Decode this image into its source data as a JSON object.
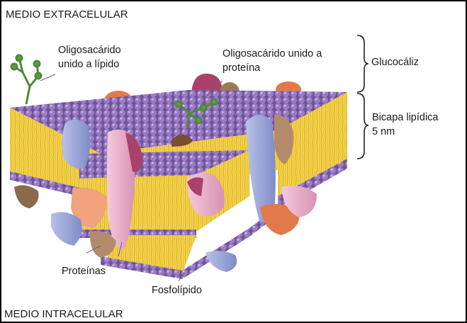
{
  "diagram": {
    "top_region": "MEDIO EXTRACELULAR",
    "bottom_region": "MEDIO INTRACELULAR",
    "labels": {
      "oligo_lipid_line1": "Oligosacárido",
      "oligo_lipid_line2": "unido a lípido",
      "oligo_protein_line1": "Oligosacárido unido a",
      "oligo_protein_line2": "proteína",
      "glycocalyx": "Glucocáliz",
      "bilayer_line1": "Bicapa lipídica",
      "bilayer_line2": "5 nm",
      "proteins": "Proteínas",
      "phospholipid": "Fosfolípido"
    },
    "colors": {
      "phospholipid_head": "#8a6bb8",
      "lipid_tail": "#f2d34a",
      "protein_blue": "#9aa6d8",
      "protein_pink": "#e8a9c4",
      "protein_magenta": "#a8426a",
      "protein_orange": "#e07a4a",
      "protein_brown": "#8a6a4a",
      "oligosaccharide": "#4f8a3a"
    }
  }
}
